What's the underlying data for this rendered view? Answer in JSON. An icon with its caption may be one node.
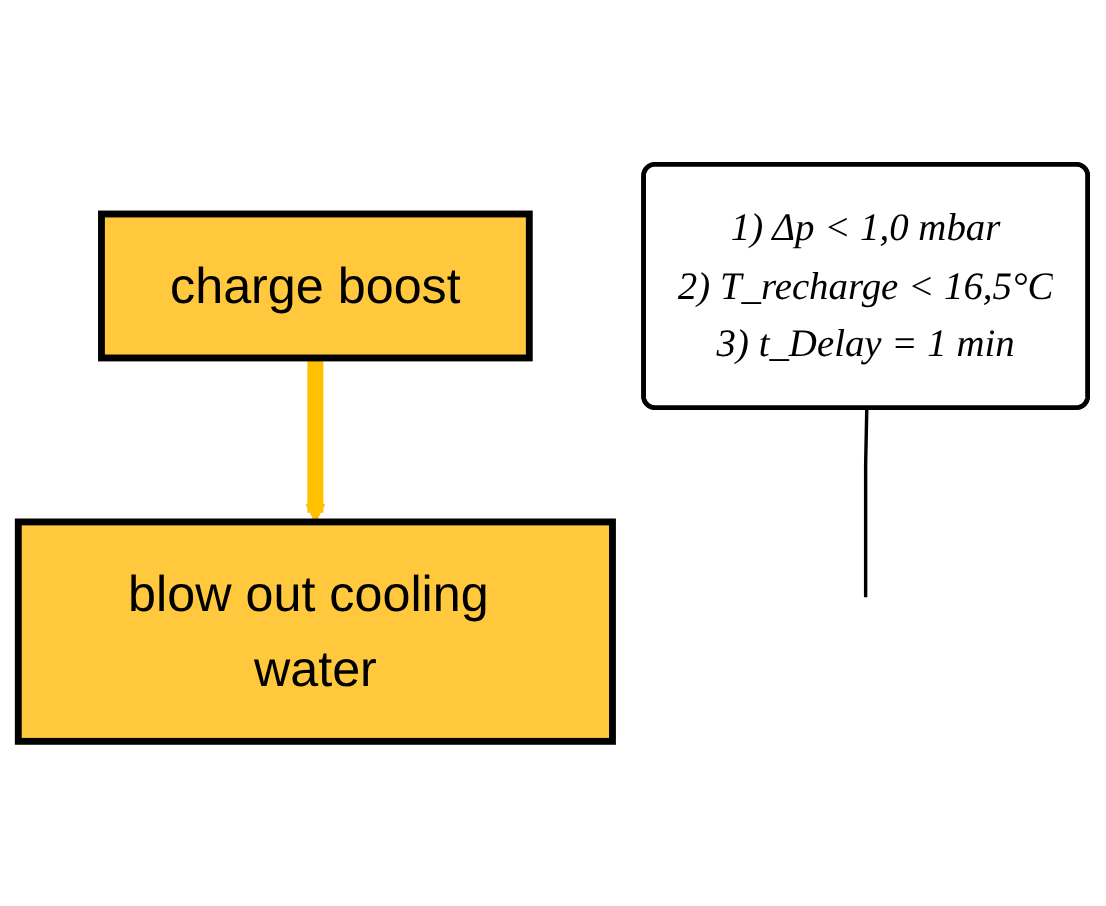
{
  "diagram": {
    "nodes": [
      {
        "text": [
          "charge boost"
        ]
      },
      {
        "text": [
          "blow out cooling water"
        ]
      },
      {
        "text": [
          "1) Δp < 1,0 mbar",
          "2) T_recharge  < 16,5°C",
          "3) t_Delay = 1 min"
        ]
      }
    ],
    "edges": [
      {
        "from": 0,
        "to": 1,
        "arrow": "to",
        "style": "thick",
        "color": "#ffc000"
      },
      {
        "from": 2,
        "to": null,
        "arrow": "none",
        "color": "#000000"
      }
    ]
  }
}
